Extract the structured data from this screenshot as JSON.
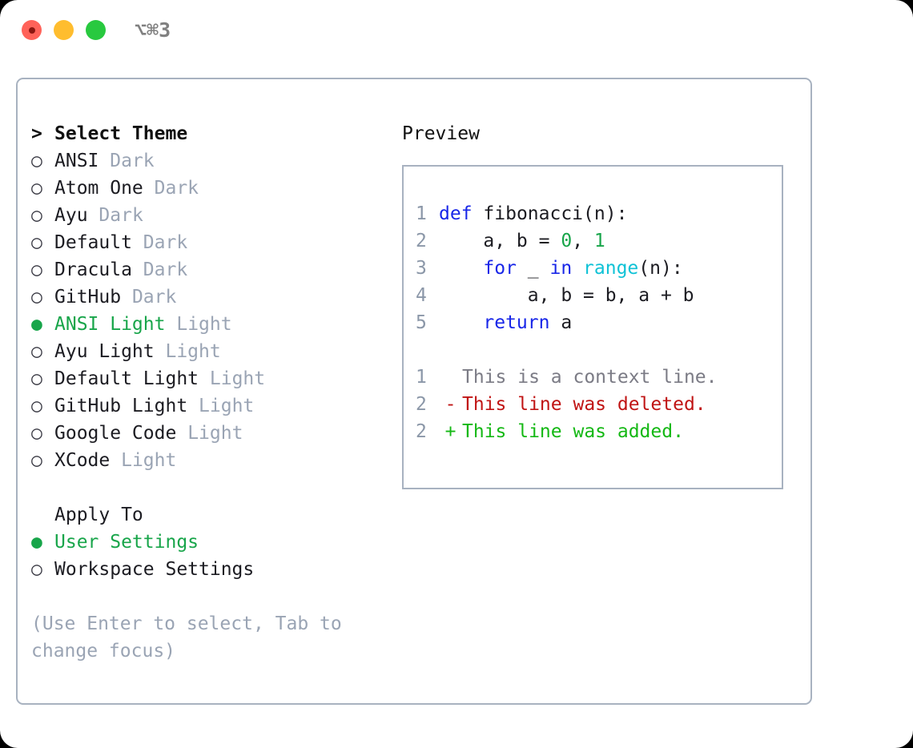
{
  "titlebar": {
    "shortcut": "⌥⌘3",
    "buttons": [
      {
        "name": "close",
        "color": "#ff6259"
      },
      {
        "name": "minimize",
        "color": "#ffbd2e"
      },
      {
        "name": "maximize",
        "color": "#28c93f"
      }
    ]
  },
  "theme_selector": {
    "header_marker": ">",
    "header_label": "Select Theme",
    "marker_selected": "●",
    "marker_unselected": "○",
    "items": [
      {
        "marker": "○",
        "label": "ANSI",
        "suffix": "Dark",
        "selected": false
      },
      {
        "marker": "○",
        "label": "Atom One",
        "suffix": "Dark",
        "selected": false
      },
      {
        "marker": "○",
        "label": "Ayu",
        "suffix": "Dark",
        "selected": false
      },
      {
        "marker": "○",
        "label": "Default",
        "suffix": "Dark",
        "selected": false
      },
      {
        "marker": "○",
        "label": "Dracula",
        "suffix": "Dark",
        "selected": false
      },
      {
        "marker": "○",
        "label": "GitHub",
        "suffix": "Dark",
        "selected": false
      },
      {
        "marker": "●",
        "label": "ANSI Light",
        "suffix": "Light",
        "selected": true
      },
      {
        "marker": "○",
        "label": "Ayu Light",
        "suffix": "Light",
        "selected": false
      },
      {
        "marker": "○",
        "label": "Default Light",
        "suffix": "Light",
        "selected": false
      },
      {
        "marker": "○",
        "label": "GitHub Light",
        "suffix": "Light",
        "selected": false
      },
      {
        "marker": "○",
        "label": "Google Code",
        "suffix": "Light",
        "selected": false
      },
      {
        "marker": "○",
        "label": "XCode",
        "suffix": "Light",
        "selected": false
      }
    ]
  },
  "apply_to": {
    "heading": "Apply To",
    "items": [
      {
        "marker": "●",
        "label": "User Settings",
        "selected": true
      },
      {
        "marker": "○",
        "label": "Workspace Settings",
        "selected": false
      }
    ]
  },
  "hint": "(Use Enter to select, Tab to change focus)",
  "preview": {
    "title": "Preview",
    "code_lines": [
      {
        "no": "1",
        "tokens": [
          {
            "t": "def",
            "c": "kw"
          },
          {
            "t": " ",
            "c": "id"
          },
          {
            "t": "fibonacci(n):",
            "c": "id"
          }
        ]
      },
      {
        "no": "2",
        "tokens": [
          {
            "t": "    a, b = ",
            "c": "id"
          },
          {
            "t": "0",
            "c": "num"
          },
          {
            "t": ", ",
            "c": "id"
          },
          {
            "t": "1",
            "c": "num"
          }
        ]
      },
      {
        "no": "3",
        "tokens": [
          {
            "t": "    ",
            "c": "id"
          },
          {
            "t": "for",
            "c": "kw"
          },
          {
            "t": " _ ",
            "c": "id"
          },
          {
            "t": "in",
            "c": "kw"
          },
          {
            "t": " ",
            "c": "id"
          },
          {
            "t": "range",
            "c": "fn"
          },
          {
            "t": "(n):",
            "c": "id"
          }
        ]
      },
      {
        "no": "4",
        "tokens": [
          {
            "t": "        a, b = b, a + b",
            "c": "id"
          }
        ]
      },
      {
        "no": "5",
        "tokens": [
          {
            "t": "    ",
            "c": "id"
          },
          {
            "t": "return",
            "c": "kw"
          },
          {
            "t": " a",
            "c": "id"
          }
        ]
      }
    ],
    "diff_lines": [
      {
        "no": "1",
        "mark": " ",
        "text": "This is a context line.",
        "kind": "ctx"
      },
      {
        "no": "2",
        "mark": "-",
        "text": "This line was deleted.",
        "kind": "del"
      },
      {
        "no": "2",
        "mark": "+",
        "text": "This line was added.",
        "kind": "add"
      }
    ]
  },
  "colors": {
    "accent_green": "#18a54a",
    "muted": "#9aa4b4",
    "border": "#a8b2c0",
    "keyword": "#1826e8",
    "function": "#0fc2d6",
    "number": "#18a54a",
    "diff_deleted": "#c01414",
    "diff_added": "#14b814",
    "diff_context": "#7b7b85"
  }
}
